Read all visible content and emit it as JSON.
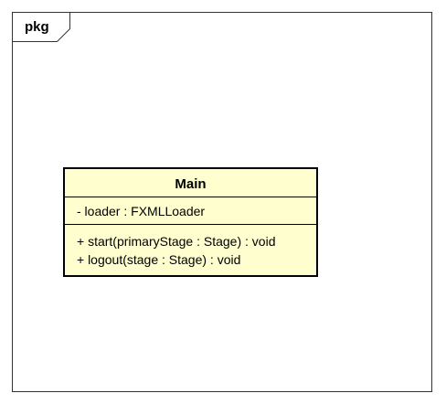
{
  "package": {
    "name": "pkg"
  },
  "class": {
    "name": "Main",
    "attributes": [
      "- loader : FXMLLoader"
    ],
    "operations": [
      "+ start(primaryStage : Stage) : void",
      "+ logout(stage : Stage) : void"
    ]
  },
  "colors": {
    "class_fill": "#FEFECE",
    "border": "#000000"
  }
}
